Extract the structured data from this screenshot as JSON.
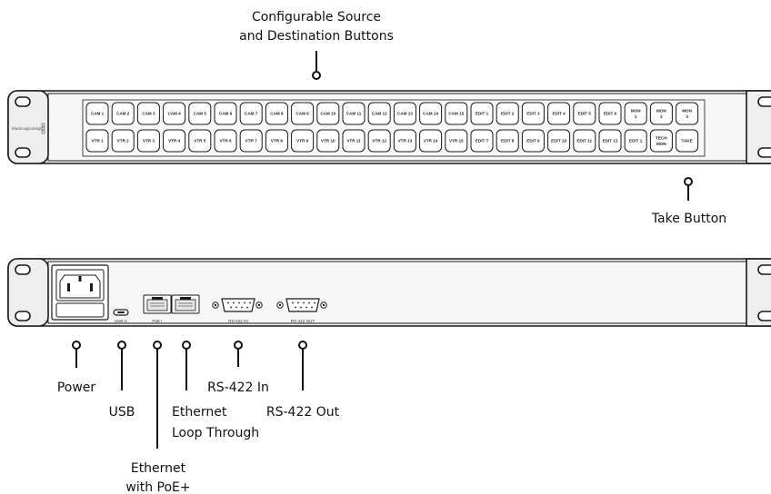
{
  "front_panel": {
    "brand": "Blackmagicdesign",
    "top_row_buttons": [
      "CAM 1",
      "CAM 2",
      "CAM 3",
      "CAM 4",
      "CAM 5",
      "CAM 6",
      "CAM 7",
      "CAM 8",
      "CAM 9",
      "CAM 10",
      "CAM 11",
      "CAM 12",
      "CAM 13",
      "CAM 14",
      "CAM 15",
      "EDIT 1",
      "EDIT 2",
      "EDIT 3",
      "EDIT 4",
      "EDIT 5",
      "EDIT 6",
      "MON 1",
      "MON 2",
      "MON 3"
    ],
    "bottom_row_buttons": [
      "VTR 1",
      "VTR 2",
      "VTR 3",
      "VTR 4",
      "VTR 5",
      "VTR 6",
      "VTR 7",
      "VTR 8",
      "VTR 9",
      "VTR 10",
      "VTR 11",
      "VTR 12",
      "VTR 13",
      "VTR 14",
      "VTR 15",
      "EDIT 7",
      "EDIT 8",
      "EDIT 9",
      "EDIT 10",
      "EDIT 11",
      "EDIT 12",
      "EDIT 1",
      "TECH MON",
      "TAKE"
    ]
  },
  "rear_panel": {
    "port_labels": {
      "usb": "USB-C",
      "poe": "PoE+",
      "rs422_in": "RS-422 IN",
      "rs422_out": "RS-422 OUT"
    }
  },
  "callouts": {
    "configurable_line1": "Configurable Source",
    "configurable_line2": "and Destination Buttons",
    "take_button": "Take Button",
    "power": "Power",
    "usb": "USB",
    "ethernet_loop_line1": "Ethernet",
    "ethernet_loop_line2": "Loop Through",
    "rs422_in": "RS-422 In",
    "rs422_out": "RS-422 Out",
    "ethernet_poe_line1": "Ethernet",
    "ethernet_poe_line2": "with PoE+"
  },
  "colors": {
    "panel_fill": "#f2f2f2",
    "outline": "#1a1a1a",
    "button_fill": "#ffffff"
  }
}
